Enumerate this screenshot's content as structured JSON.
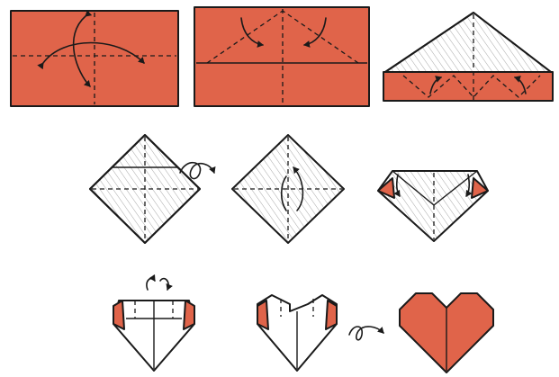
{
  "colors": {
    "paper": "#e0644a",
    "paper_back": "#ffffff",
    "ink": "#1a1a1a",
    "background": "#ffffff"
  },
  "steps": [
    {
      "id": 1,
      "fold": "fold-in-half-both-ways"
    },
    {
      "id": 2,
      "fold": "fold-corners-to-center"
    },
    {
      "id": 3,
      "fold": "fold-bottom-edge-up"
    },
    {
      "id": 4,
      "fold": "turn-over"
    },
    {
      "id": 5,
      "fold": "fold-bottom-point-up"
    },
    {
      "id": 6,
      "fold": "fold-side-corners-in"
    },
    {
      "id": 7,
      "fold": "fold-top-corners-down"
    },
    {
      "id": 8,
      "fold": "tuck-top-points"
    },
    {
      "id": 9,
      "fold": "finished-heart"
    }
  ],
  "icons": {
    "fold_arrow": "curved-arrow-icon",
    "turn_over": "turn-over-loop-icon"
  }
}
